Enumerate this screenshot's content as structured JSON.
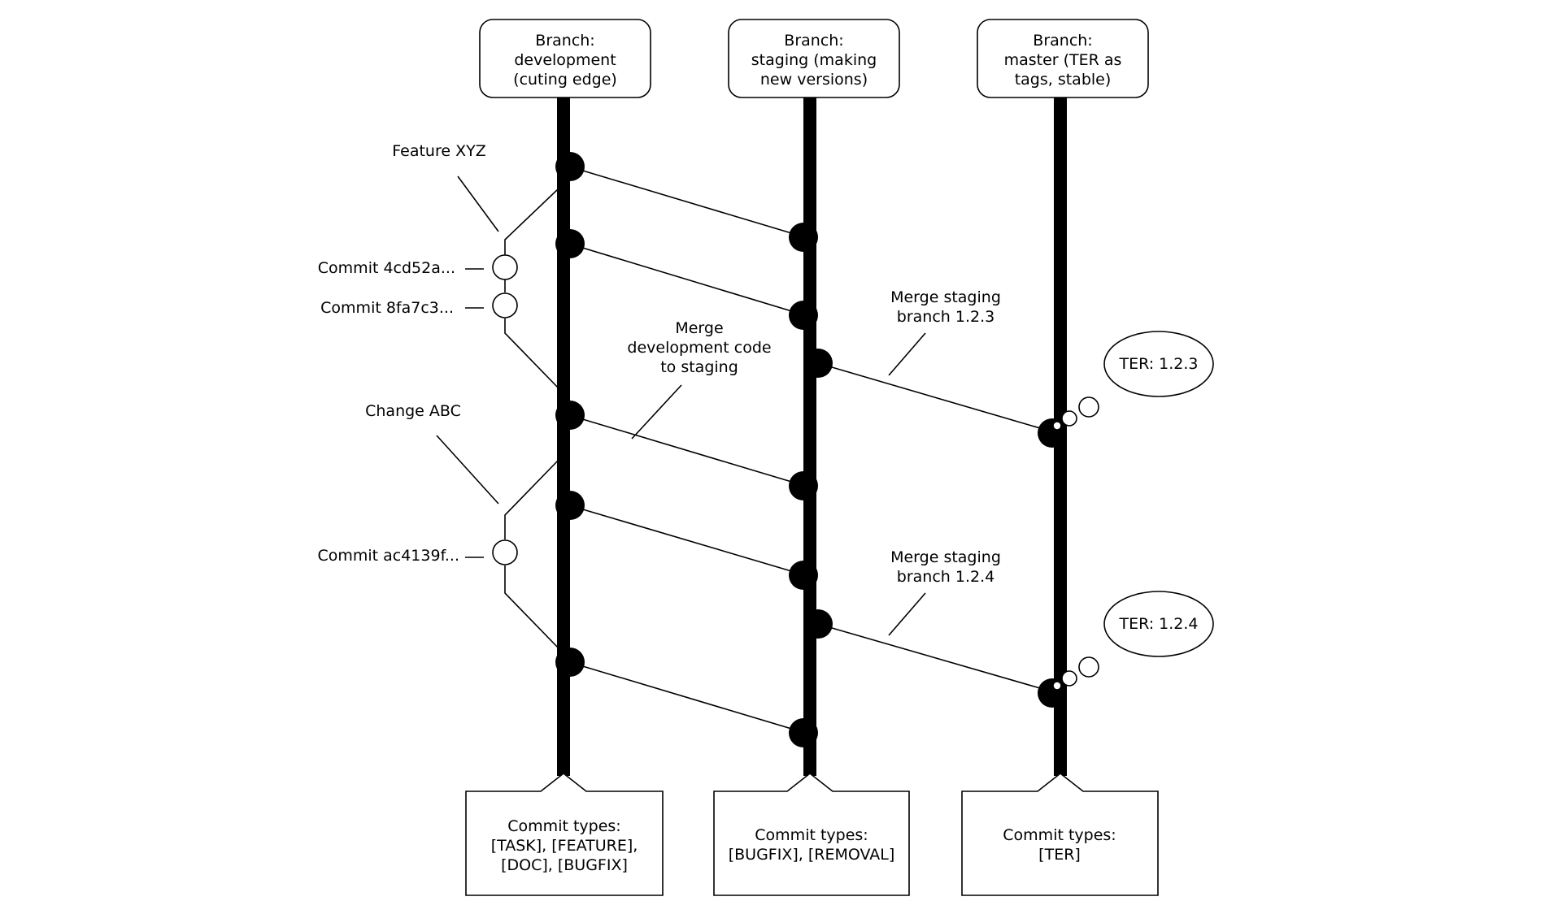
{
  "branches": [
    {
      "lines": [
        "Branch:",
        "development",
        "(cuting edge)"
      ],
      "footer": [
        "Commit types:",
        "[TASK], [FEATURE],",
        "[DOC], [BUGFIX]"
      ]
    },
    {
      "lines": [
        "Branch:",
        "staging (making",
        "new versions)"
      ],
      "footer": [
        "Commit types:",
        "[BUGFIX], [REMOVAL]"
      ]
    },
    {
      "lines": [
        "Branch:",
        "master (TER as",
        "tags, stable)"
      ],
      "footer": [
        "Commit types:",
        "[TER]"
      ]
    }
  ],
  "feature": {
    "label": "Feature XYZ",
    "commits": [
      "Commit 4cd52a...",
      "Commit 8fa7c3..."
    ]
  },
  "change": {
    "label": "Change ABC",
    "commits": [
      "Commit ac4139f..."
    ]
  },
  "annotations": {
    "merge_dev": [
      "Merge",
      "development code",
      "to staging"
    ],
    "merge_123": [
      "Merge staging",
      "branch 1.2.3"
    ],
    "merge_124": [
      "Merge staging",
      "branch 1.2.4"
    ]
  },
  "tags": {
    "ter_123": "TER: 1.2.3",
    "ter_124": "TER: 1.2.4"
  }
}
